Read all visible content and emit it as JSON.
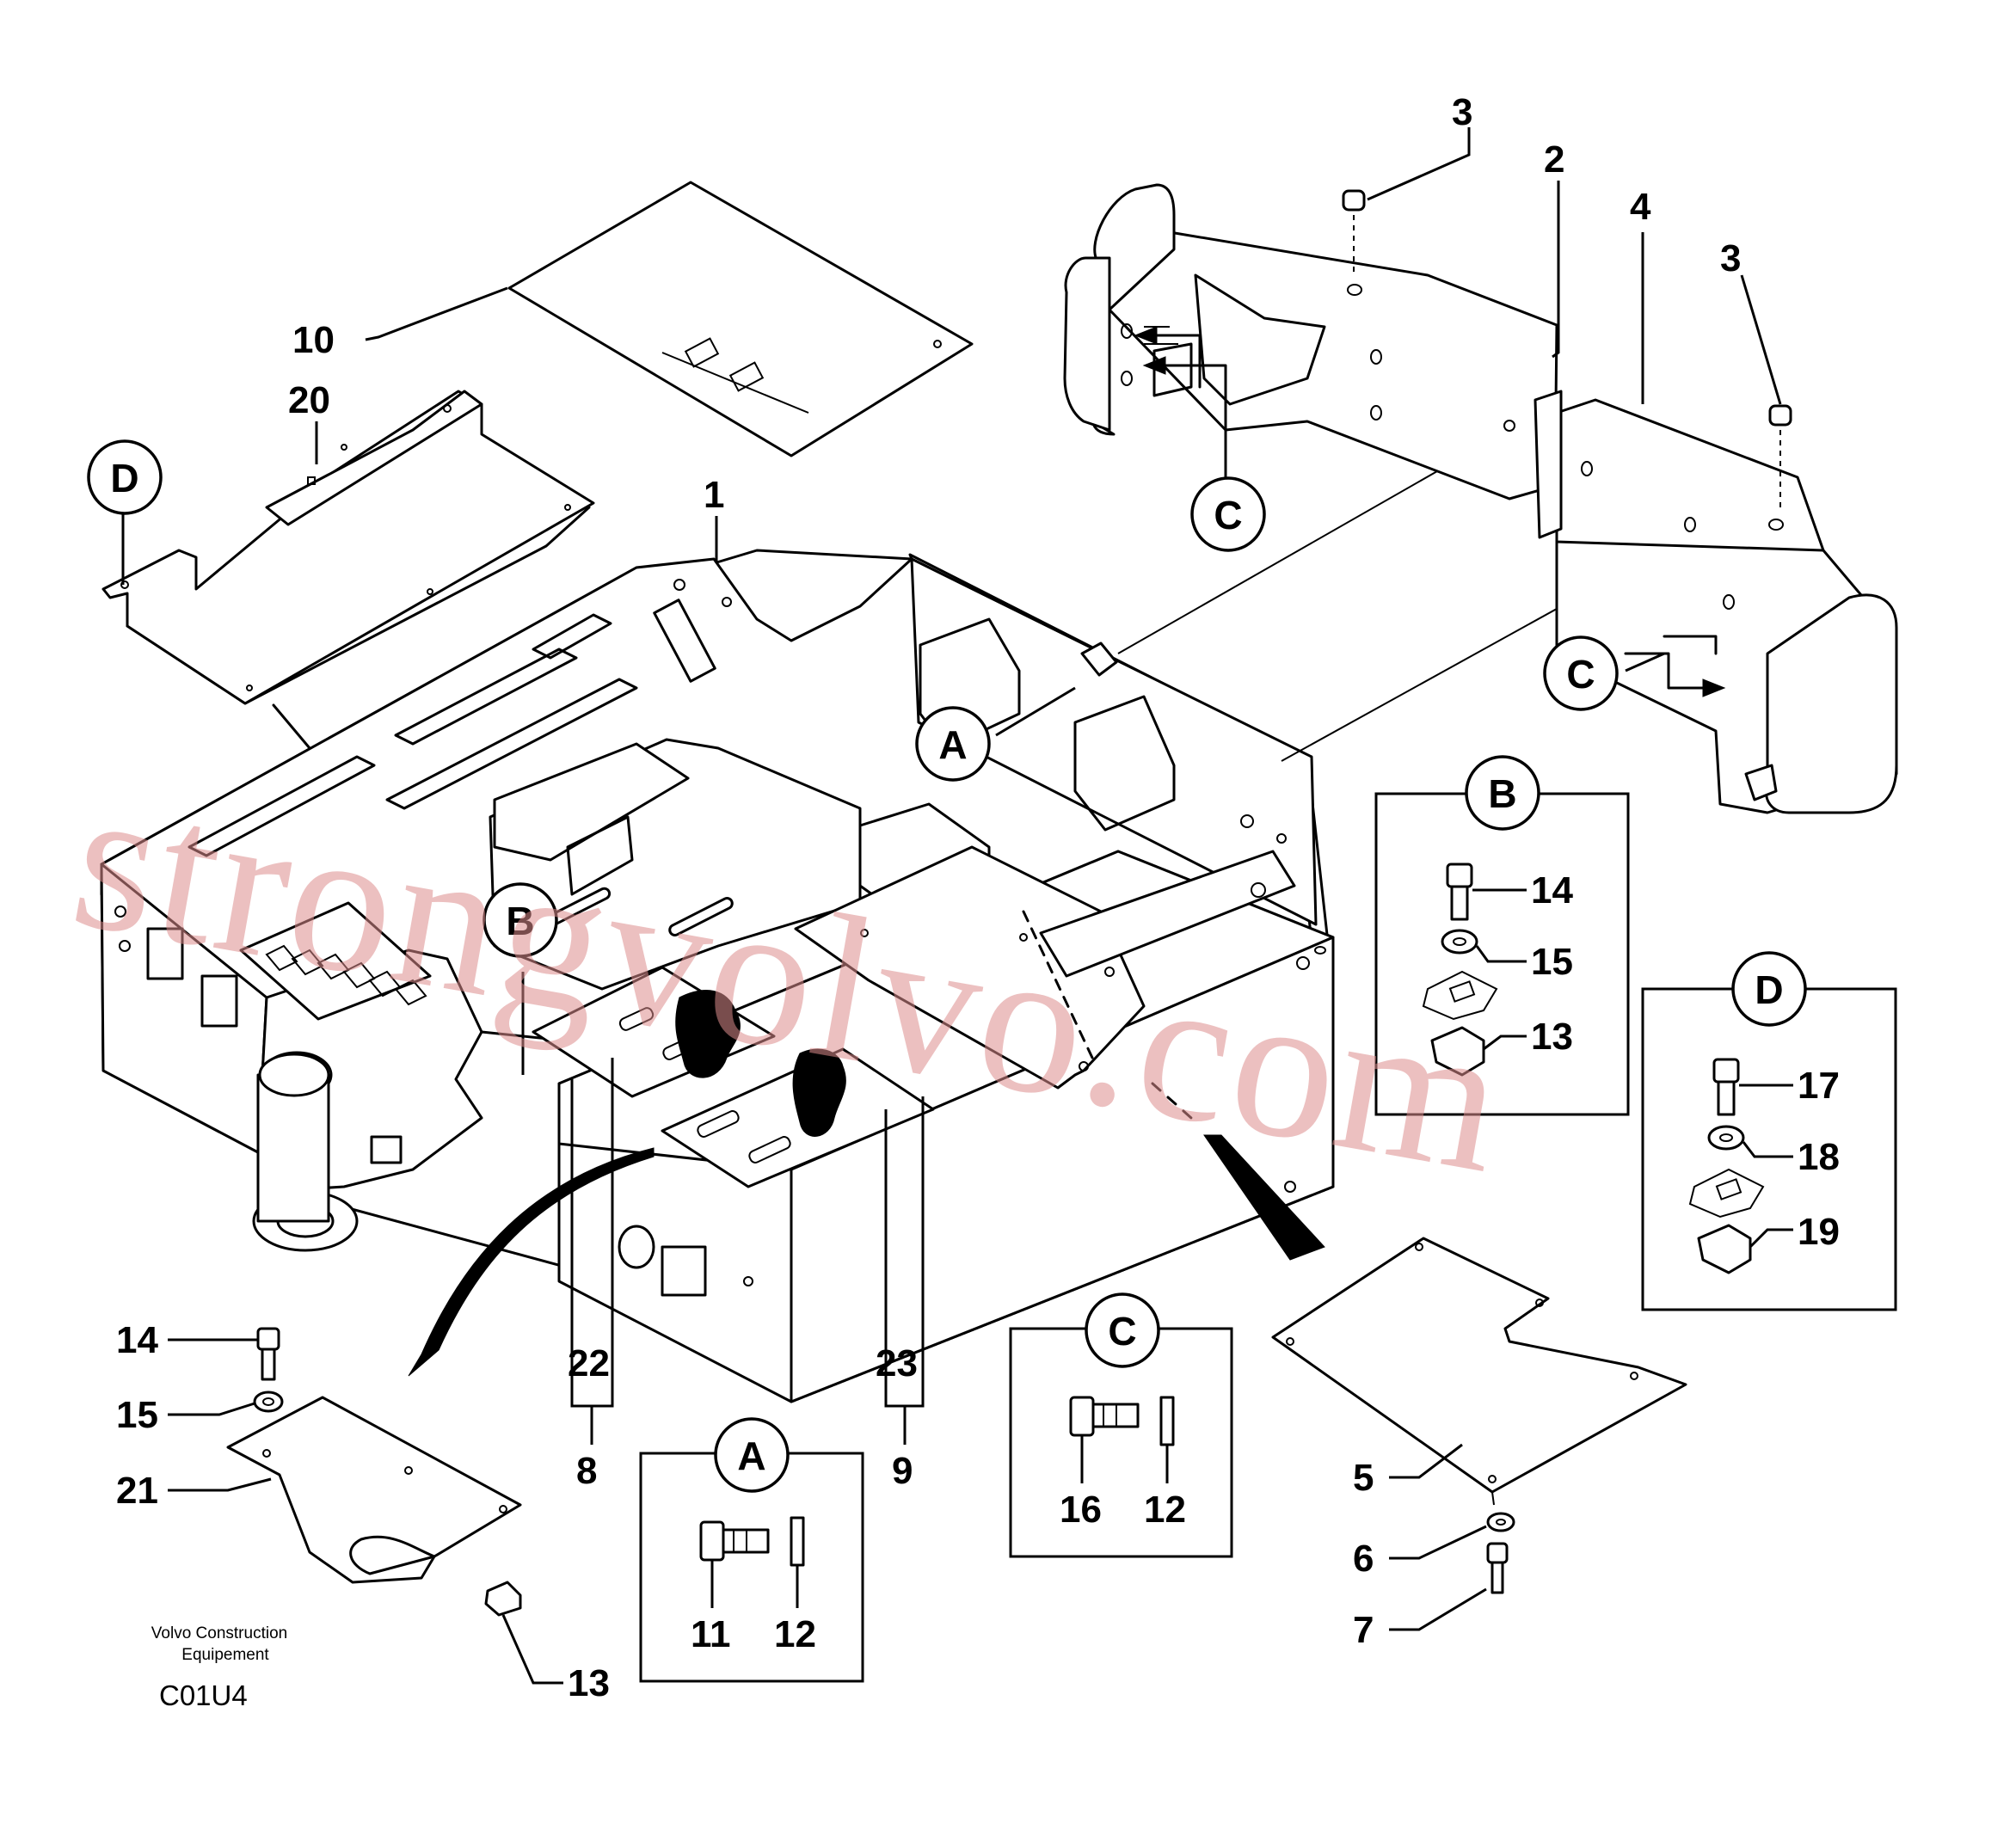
{
  "callouts": {
    "c3a": "3",
    "c2": "2",
    "c4": "4",
    "c3b": "3",
    "c10": "10",
    "c20": "20",
    "c1": "1",
    "c14a": "14",
    "c15a": "15",
    "c13a": "13",
    "c17": "17",
    "c18": "18",
    "c19": "19",
    "c22": "22",
    "c23": "23",
    "c8": "8",
    "c9": "9",
    "c14b": "14",
    "c15b": "15",
    "c21": "21",
    "c13b": "13",
    "c11": "11",
    "c12a": "12",
    "c16": "16",
    "c12b": "12",
    "c5": "5",
    "c6": "6",
    "c7": "7"
  },
  "detail_letters": {
    "a_main": "A",
    "b_main": "B",
    "c_top": "C",
    "c_right": "C",
    "d_main": "D",
    "a_box": "A",
    "b_box": "B",
    "c_box": "C",
    "d_box": "D"
  },
  "caption": {
    "line1": "Volvo Construction",
    "line2": "Equipement",
    "code": "C01U4"
  },
  "watermark": "strongvolvo.com"
}
